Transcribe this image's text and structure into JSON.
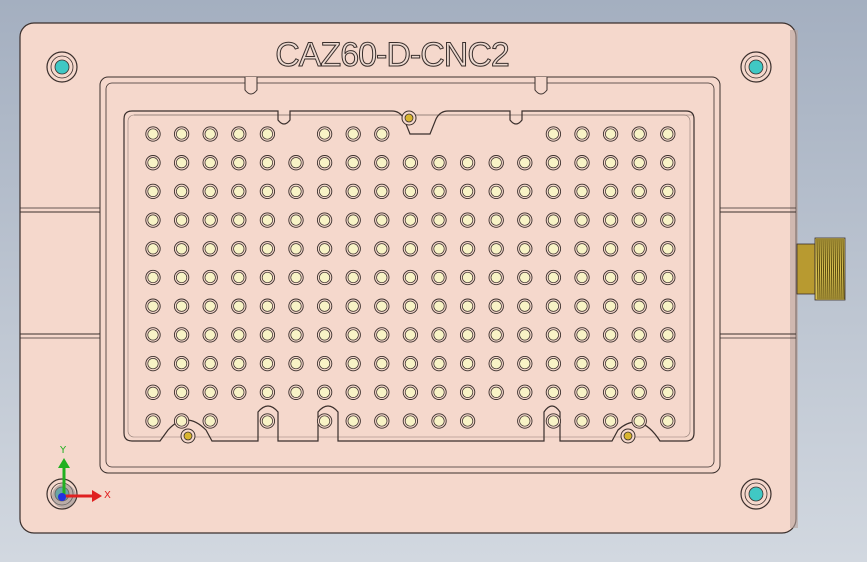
{
  "part": {
    "label": "CAZ60-D-CNC2"
  },
  "triad": {
    "x_label": "X",
    "y_label": "Y",
    "x_color": "#e02020",
    "y_color": "#20b020",
    "z_color": "#2030e0"
  },
  "colors": {
    "plate_fill": "#f5d8cc",
    "outline": "#3a2f2c",
    "hole_fill": "#f8f3c6",
    "corner_hole_fill": "#40c8c4",
    "pin_fill": "#d8b530",
    "fitting_fill": "#c8b040",
    "background_top": "#a4afc0",
    "background_bottom": "#d2d8e0"
  },
  "icons": {
    "corner_holes": "mounting-hole-icon",
    "fitting": "threaded-fitting-icon",
    "triad": "coordinate-triad-icon"
  }
}
